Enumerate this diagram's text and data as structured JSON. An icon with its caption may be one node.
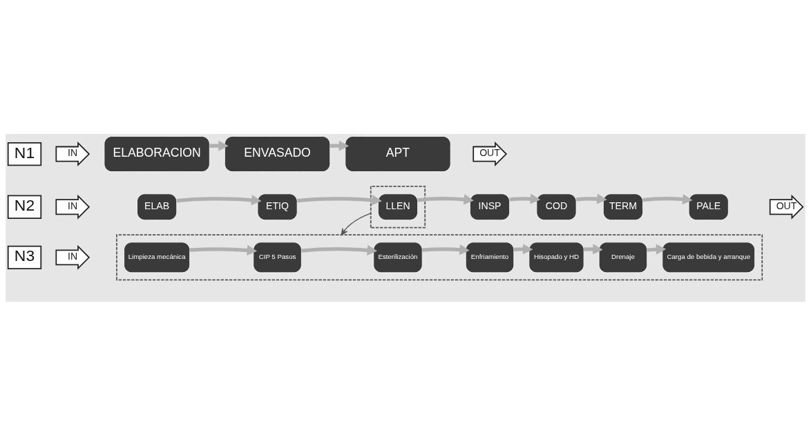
{
  "diagram": {
    "nodes": [
      {
        "text": [
          "N1"
        ]
      },
      {
        "text": [
          "IN"
        ]
      },
      {
        "text": [
          "ELABORACION"
        ]
      },
      {
        "text": [
          "ENVASADO"
        ]
      },
      {
        "text": [
          "APT"
        ]
      },
      {
        "text": [
          "OUT"
        ]
      },
      {
        "text": [
          "N2"
        ]
      },
      {
        "text": [
          "IN"
        ]
      },
      {
        "text": [
          "ELAB"
        ]
      },
      {
        "text": [
          "ETIQ"
        ]
      },
      {
        "text": [],
        "shape": "box"
      },
      {
        "text": [
          "LLEN"
        ],
        "in": 10
      },
      {
        "text": [
          "INSP"
        ]
      },
      {
        "text": [
          "COD"
        ]
      },
      {
        "text": [
          "TERM"
        ]
      },
      {
        "text": [
          "PALE"
        ]
      },
      {
        "text": [
          "OUT"
        ]
      },
      {
        "text": [
          "N3"
        ]
      },
      {
        "text": [
          "IN"
        ]
      },
      {
        "text": [],
        "shape": "box"
      },
      {
        "text": [
          "Limpieza mecánica"
        ],
        "in": 19
      },
      {
        "text": [
          "CIP 5 Pasos"
        ],
        "in": 19
      },
      {
        "text": [
          "Esterilización"
        ],
        "in": 19
      },
      {
        "text": [
          "Enfriamiento"
        ],
        "in": 19
      },
      {
        "text": [
          "Hisopado y HD"
        ],
        "in": 19
      },
      {
        "text": [
          "Drenaje"
        ],
        "in": 19
      },
      {
        "text": [
          "Carga de bebida y arranque"
        ],
        "in": 19
      }
    ],
    "edges": [
      {
        "from": 2,
        "to": 3,
        "arrow": "to"
      },
      {
        "from": 3,
        "to": 4,
        "arrow": "to"
      },
      {
        "from": 8,
        "to": 9,
        "arrow": "to"
      },
      {
        "from": 9,
        "to": 11,
        "arrow": "to"
      },
      {
        "from": 11,
        "to": 12,
        "arrow": "to"
      },
      {
        "from": 12,
        "to": 13,
        "arrow": "to"
      },
      {
        "from": 13,
        "to": 14,
        "arrow": "to"
      },
      {
        "from": 14,
        "to": 15,
        "arrow": "to"
      },
      {
        "from": 10,
        "to": 19,
        "arrow": "to",
        "color": "#555555"
      },
      {
        "from": 20,
        "to": 21,
        "arrow": "to"
      },
      {
        "from": 21,
        "to": 22,
        "arrow": "to"
      },
      {
        "from": 22,
        "to": 23,
        "arrow": "to"
      },
      {
        "from": 23,
        "to": 24,
        "arrow": "to"
      },
      {
        "from": 24,
        "to": 25,
        "arrow": "to"
      },
      {
        "from": 25,
        "to": 26,
        "arrow": "to"
      }
    ]
  }
}
